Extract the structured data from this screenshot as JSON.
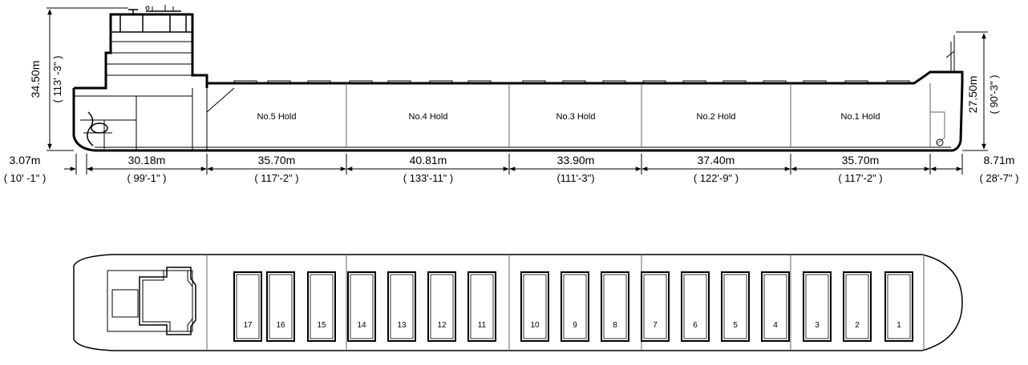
{
  "profile": {
    "holds": [
      {
        "label": "No.5  Hold"
      },
      {
        "label": "No.4  Hold"
      },
      {
        "label": "No.3  Hold"
      },
      {
        "label": "No.2  Hold"
      },
      {
        "label": "No.1  Hold"
      }
    ],
    "height_aft": {
      "metric": "34.50m",
      "imperial": "( 113' -3\" )"
    },
    "height_fwd": {
      "metric": "27.50m",
      "imperial": "( 90'-3\" )"
    }
  },
  "dimensions": [
    {
      "metric": "3.07m",
      "imperial": "( 10' -1\" )"
    },
    {
      "metric": "30.18m",
      "imperial": "( 99'-1\" )"
    },
    {
      "metric": "35.70m",
      "imperial": "( 117'-2\" )"
    },
    {
      "metric": "40.81m",
      "imperial": "( 133'-11\" )"
    },
    {
      "metric": "33.90m",
      "imperial": "(111'-3\")"
    },
    {
      "metric": "37.40m",
      "imperial": "( 122'-9\" )"
    },
    {
      "metric": "35.70m",
      "imperial": "( 117'-2\" )"
    },
    {
      "metric": "8.71m",
      "imperial": "( 28'-7\" )"
    }
  ],
  "plan": {
    "hatches": [
      "17",
      "16",
      "15",
      "14",
      "13",
      "12",
      "11",
      "10",
      "9",
      "8",
      "7",
      "6",
      "5",
      "4",
      "3",
      "2",
      "1"
    ]
  }
}
